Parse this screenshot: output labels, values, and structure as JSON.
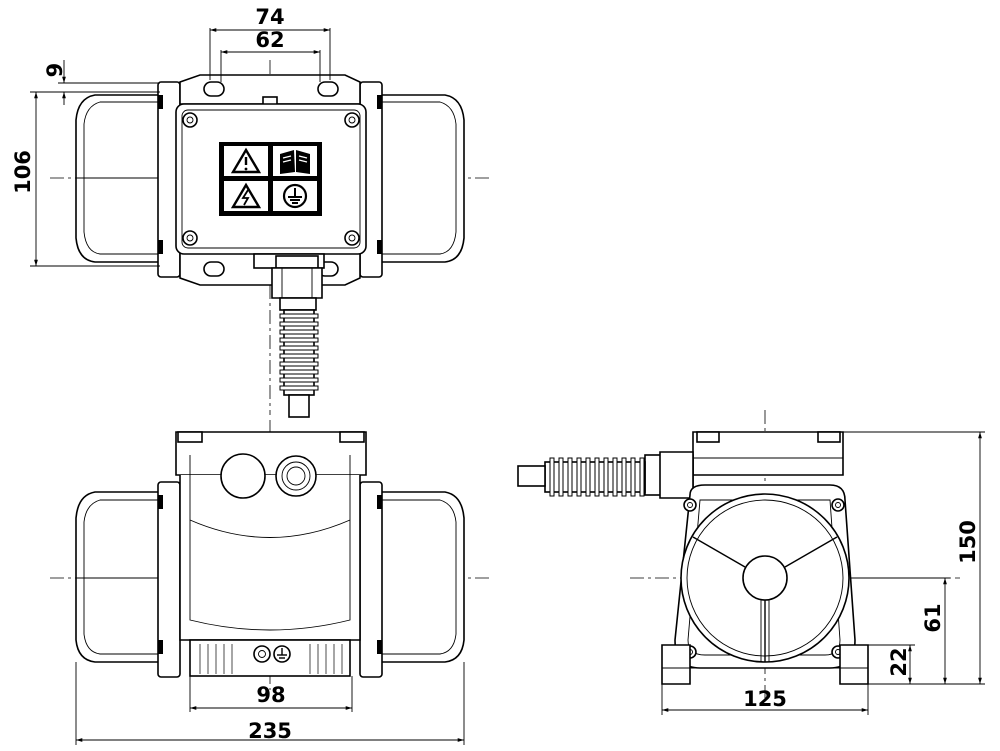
{
  "dimensions": {
    "top_outer_width": "74",
    "top_inner_width": "62",
    "top_offset": "9",
    "top_height": "106",
    "front_bolt_spacing": "98",
    "front_total_width": "235",
    "side_base_width": "125",
    "side_total_height": "150",
    "side_axis_height": "61",
    "side_foot_height": "22"
  },
  "icons": [
    "warning-triangle-icon",
    "manual-book-icon",
    "electric-hazard-icon",
    "ground-symbol-icon"
  ]
}
